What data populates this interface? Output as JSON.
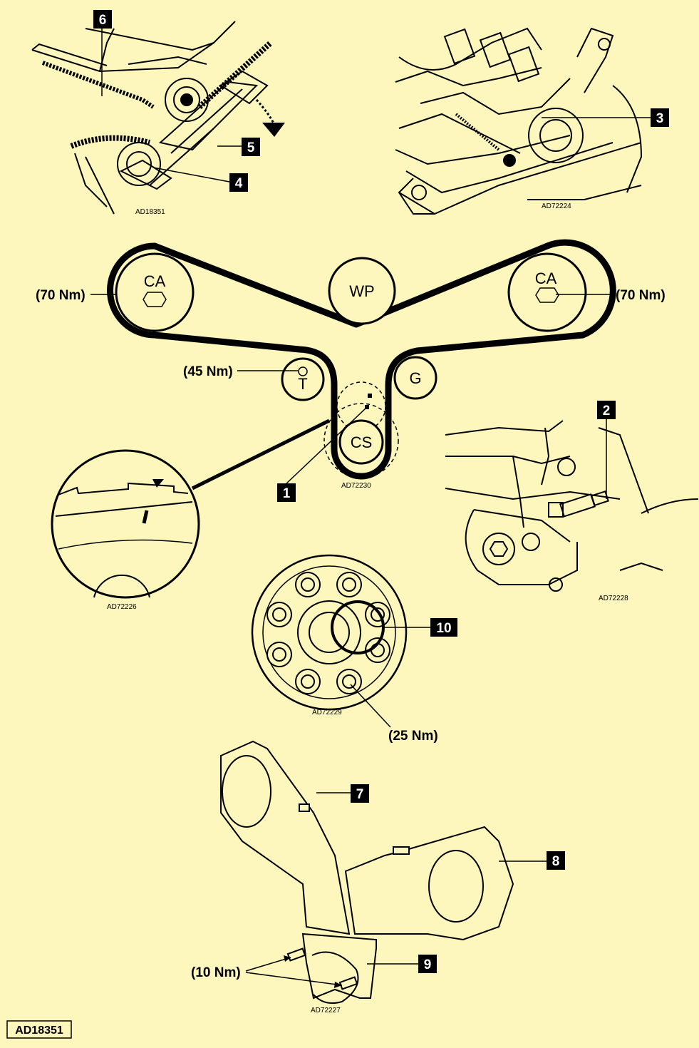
{
  "figure_code": "AD18351",
  "panels": {
    "tensioner": {
      "code": "AD18351"
    },
    "engine_bracket": {
      "code": "AD72224"
    },
    "belt_routing": {
      "code": "AD72230"
    },
    "timing_mark_detail": {
      "code": "AD72226"
    },
    "crank_sensor": {
      "code": "AD72228"
    },
    "crank_pulley": {
      "code": "AD72229"
    },
    "timing_covers": {
      "code": "AD72227"
    }
  },
  "callouts": [
    "1",
    "2",
    "3",
    "4",
    "5",
    "6",
    "7",
    "8",
    "9",
    "10"
  ],
  "pulleys": {
    "camshaft_left": "CA",
    "camshaft_right": "CA",
    "water_pump": "WP",
    "tensioner": "T",
    "idler": "G",
    "crankshaft": "CS"
  },
  "torques": {
    "camshaft_left": "(70 Nm)",
    "camshaft_right": "(70 Nm)",
    "tensioner": "(45 Nm)",
    "crank_pulley_bolts": "(25 Nm)",
    "cover_bolts": "(10 Nm)"
  }
}
